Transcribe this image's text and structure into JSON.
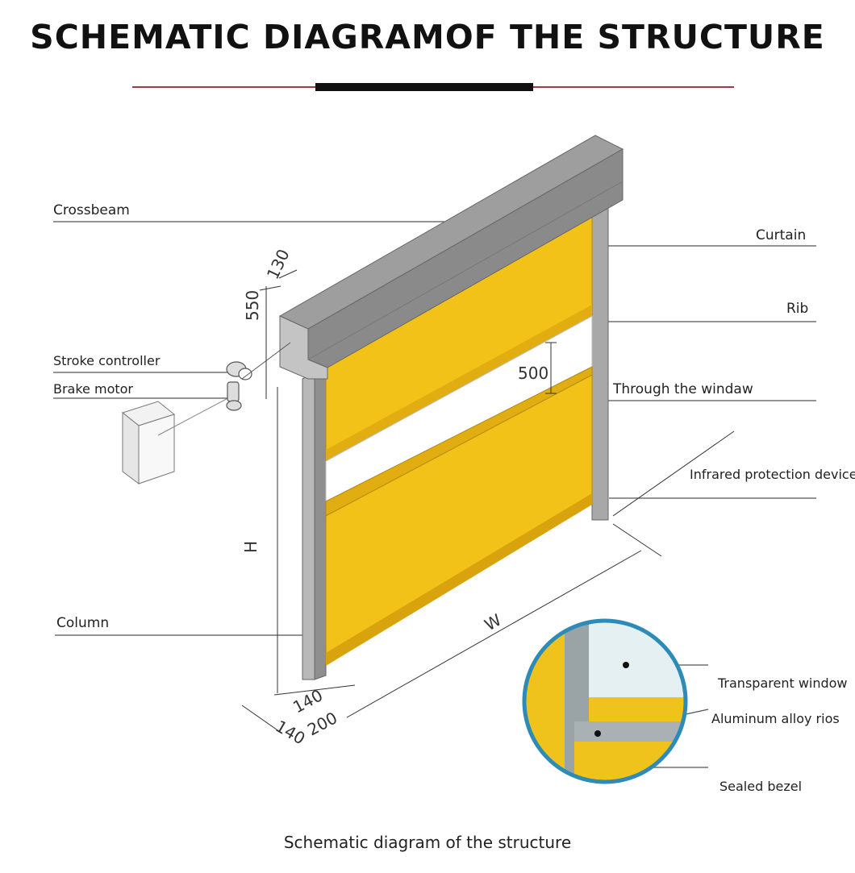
{
  "title": "SCHEMATIC DIAGRAMOF THE STRUCTURE",
  "caption": "Schematic diagram of the structure",
  "labels": {
    "crossbeam": "Crossbeam",
    "curtain": "Curtain",
    "rib": "Rib",
    "stroke_controller": "Stroke controller",
    "brake_motor": "Brake motor",
    "through_window": "Through the windaw",
    "infrared": "Infrared protection device",
    "column": "Column",
    "transparent_window": "Transparent window",
    "aluminum_rios": "Aluminum alloy rios",
    "sealed_bezel": "Sealed bezel"
  },
  "dimensions": {
    "d550": "550",
    "d130": "130",
    "d500": "500",
    "h": "H",
    "w": "W",
    "d140a": "140",
    "d140b": "140",
    "d200": "200"
  },
  "colors": {
    "curtain": "#f2c218",
    "frame": "#9e9e9e",
    "accent_rule": "#9a3b45"
  }
}
